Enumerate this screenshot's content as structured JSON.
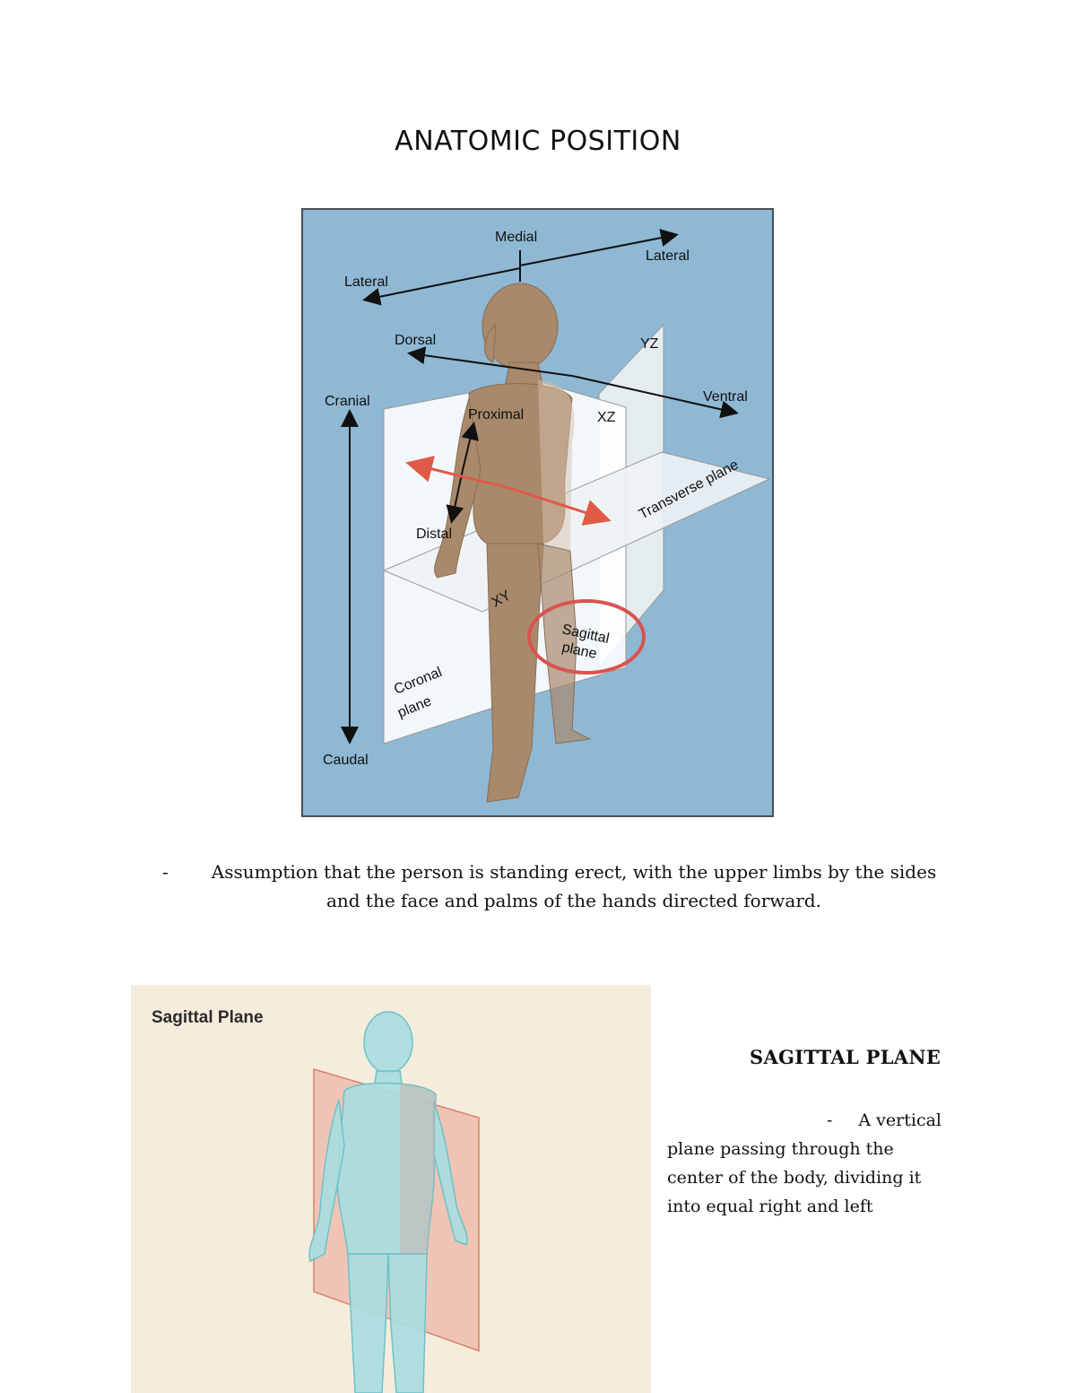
{
  "page": {
    "title": "ANATOMIC POSITION"
  },
  "figure1": {
    "labels": {
      "medial": "Medial",
      "lateral_left": "Lateral",
      "lateral_right": "Lateral",
      "dorsal": "Dorsal",
      "ventral": "Ventral",
      "cranial": "Cranial",
      "caudal": "Caudal",
      "proximal": "Proximal",
      "distal": "Distal",
      "yz": "YZ",
      "xz": "XZ",
      "xy": "XY",
      "transverse": "Transverse plane",
      "sagittal_line1": "Sagittal",
      "sagittal_line2": "plane",
      "coronal_line1": "Coronal",
      "coronal_line2": "plane"
    },
    "colors": {
      "background": "#8fb8d4",
      "body": "#a8896b",
      "highlight_circle": "#d9534f",
      "red_arrow": "#e05a48"
    }
  },
  "bullet1": {
    "dash": "-",
    "text": "Assumption that the person is standing erect, with the upper limbs by the sides and the face and palms of the hands directed forward."
  },
  "figure2": {
    "label": "Sagittal Plane",
    "colors": {
      "background": "#f5ecdc",
      "body": "#a9dde0",
      "plane": "#e8a596"
    }
  },
  "sagittal": {
    "heading": "SAGITTAL PLANE",
    "dash": "-",
    "line_first": "A vertical",
    "text_rest": "plane passing through the center of the body, dividing it into equal right and left"
  }
}
